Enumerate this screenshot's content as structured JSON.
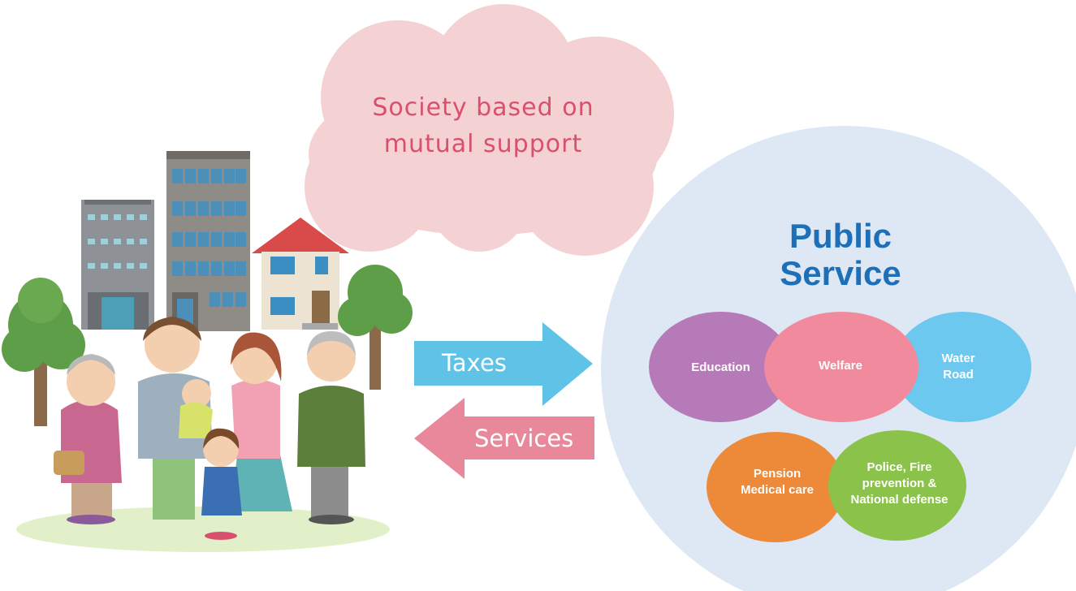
{
  "cloud": {
    "text_line1": "Society based on",
    "text_line2": "mutual support"
  },
  "arrows": {
    "taxes": {
      "label": "Taxes",
      "color": "#5fc3e8"
    },
    "services": {
      "label": "Services",
      "color": "#e9889b"
    }
  },
  "public_service": {
    "title_line1": "Public",
    "title_line2": "Service",
    "circle_color": "#dde8f4",
    "title_color": "#1d6fb8",
    "items": [
      {
        "key": "education",
        "lines": [
          "Education"
        ],
        "color": "#b77ab9"
      },
      {
        "key": "welfare",
        "lines": [
          "Welfare"
        ],
        "color": "#f08a9c"
      },
      {
        "key": "water-road",
        "lines": [
          "Water",
          "Road"
        ],
        "color": "#6cc8ee"
      },
      {
        "key": "pension",
        "lines": [
          "Pension",
          "Medical care"
        ],
        "color": "#ec8a3a"
      },
      {
        "key": "police",
        "lines": [
          "Police, Fire",
          "prevention &",
          "National defense"
        ],
        "color": "#8bc34a"
      }
    ]
  },
  "illustration": {
    "icon": "community-family-town-illustration"
  }
}
